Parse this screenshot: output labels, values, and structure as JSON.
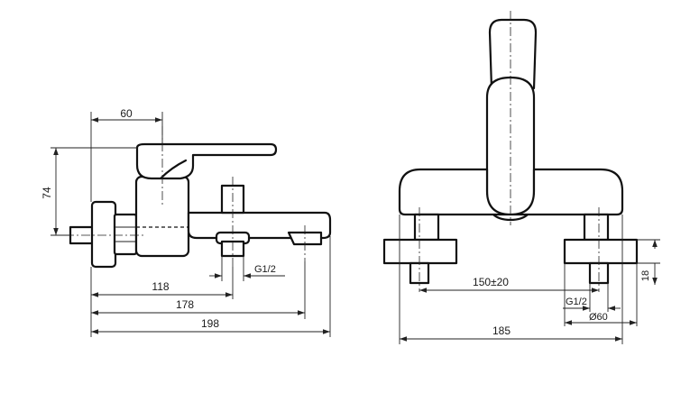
{
  "side_view": {
    "dims": {
      "spout_offset": "60",
      "height": "74",
      "thread_label": "G1/2",
      "to_spout_center": "118",
      "to_spout_tip": "178",
      "overall_length": "198"
    }
  },
  "front_view": {
    "dims": {
      "spacing": "150±20",
      "thread_label": "G1/2",
      "flange_depth": "18",
      "flange_diameter": "Ø60",
      "overall_width": "185"
    }
  }
}
